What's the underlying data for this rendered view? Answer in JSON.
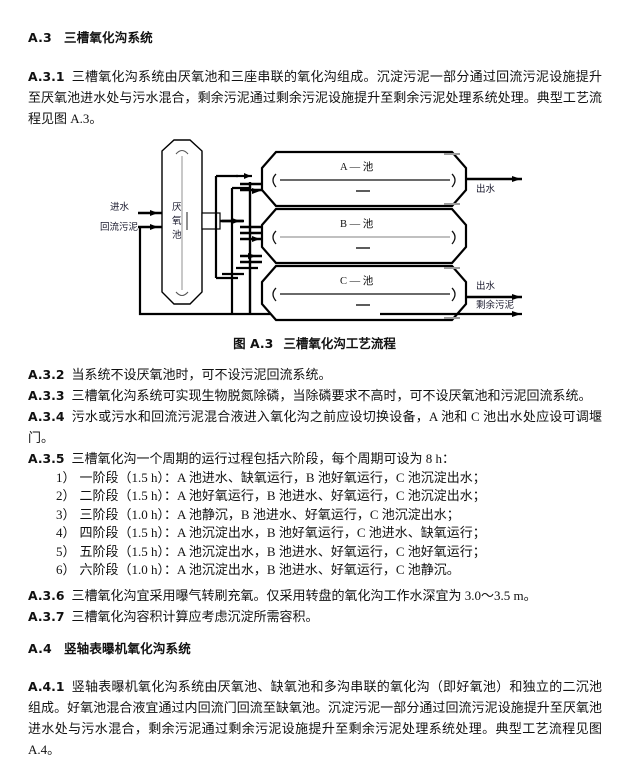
{
  "sections": {
    "a3": {
      "num": "A.3",
      "title": "三槽氧化沟系统"
    },
    "a4": {
      "num": "A.4",
      "title": "竖轴表曝机氧化沟系统"
    }
  },
  "clauses": {
    "a31": {
      "label": "A.3.1",
      "text": "三槽氧化沟系统由厌氧池和三座串联的氧化沟组成。沉淀污泥一部分通过回流污泥设施提升至厌氧池进水处与污水混合，剩余污泥通过剩余污泥设施提升至剩余污泥处理系统处理。典型工艺流程见图 A.3。"
    },
    "a32": {
      "label": "A.3.2",
      "text": "当系统不设厌氧池时，可不设污泥回流系统。"
    },
    "a33": {
      "label": "A.3.3",
      "text": "三槽氧化沟系统可实现生物脱氮除磷，当除磷要求不高时，可不设厌氧池和污泥回流系统。"
    },
    "a34": {
      "label": "A.3.4",
      "text": "污水或污水和回流污泥混合液进入氧化沟之前应设切换设备，A 池和 C 池出水处应设可调堰门。"
    },
    "a35": {
      "label": "A.3.5",
      "text": "三槽氧化沟一个周期的运行过程包括六阶段，每个周期可设为 8 h："
    },
    "a36": {
      "label": "A.3.6",
      "text": "三槽氧化沟宜采用曝气转刷充氧。仅采用转盘的氧化沟工作水深宜为 3.0～3.5 m。"
    },
    "a37": {
      "label": "A.3.7",
      "text": "三槽氧化沟容积计算应考虑沉淀所需容积。"
    },
    "a41": {
      "label": "A.4.1",
      "text": "竖轴表曝机氧化沟系统由厌氧池、缺氧池和多沟串联的氧化沟（即好氧池）和独立的二沉池组成。好氧池混合液宜通过内回流门回流至缺氧池。沉淀污泥一部分通过回流污泥设施提升至厌氧池进水处与污水混合，剩余污泥通过剩余污泥设施提升至剩余污泥处理系统处理。典型工艺流程见图 A.4。"
    }
  },
  "phase_list": [
    {
      "index": "1）",
      "text": "一阶段（1.5 h）：A 池进水、缺氧运行，B 池好氧运行，C 池沉淀出水；"
    },
    {
      "index": "2）",
      "text": "二阶段（1.5 h）：A 池好氧运行，B 池进水、好氧运行，C 池沉淀出水；"
    },
    {
      "index": "3）",
      "text": "三阶段（1.0 h）：A 池静沉，B 池进水、好氧运行，C 池沉淀出水；"
    },
    {
      "index": "4）",
      "text": "四阶段（1.5 h）：A 池沉淀出水，B 池好氧运行，C 池进水、缺氧运行；"
    },
    {
      "index": "5）",
      "text": "五阶段（1.5 h）：A 池沉淀出水，B 池进水、好氧运行，C 池好氧运行；"
    },
    {
      "index": "6）",
      "text": "六阶段（1.0 h）：A 池沉淀出水，B 池进水、好氧运行，C 池静沉。"
    }
  ],
  "figure": {
    "caption_num": "图 A.3",
    "caption_title": "三槽氧化沟工艺流程",
    "labels": {
      "influent": "进水",
      "return_sludge": "回流污泥",
      "anaerobic_tank": "厌氧池",
      "tank_a": "A — 池",
      "tank_b": "B — 池",
      "tank_c": "C — 池",
      "effluent_top": "出水",
      "effluent_bottom": "出水",
      "waste_sludge": "剩余污泥"
    },
    "colors": {
      "line": "#000000",
      "line_light": "#8a8a8a",
      "label_text": "#1a1a2e"
    }
  }
}
